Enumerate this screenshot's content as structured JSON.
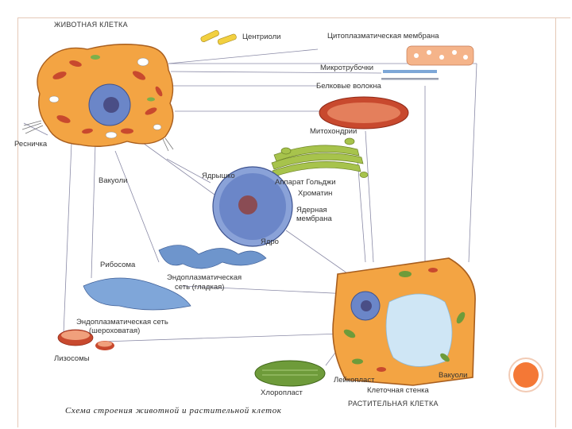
{
  "colors": {
    "accent_orange": "#f47836",
    "frame": "#e5c9b7",
    "cell_fill": "#f3a443",
    "cell_outline": "#a85e1e",
    "nucleus_blue": "#6b86c8",
    "er_blue": "#6e95cc",
    "golgi_green": "#a7c34c",
    "mito_red": "#c8492e",
    "chloroplast_green": "#6e9b3a",
    "vacuole_blue": "#cfe6f5"
  },
  "labels": {
    "animal_cell_title": "ЖИВОТНАЯ КЛЕТКА",
    "centrioles": "Центриоли",
    "cytoplasmic_membrane": "Цитоплазматическая мембрана",
    "microtubules": "Микротрубочки",
    "protein_fibers": "Белковые волокна",
    "cilium": "Ресничка",
    "mitochondria": "Митохондрии",
    "golgi": "Аппарат Гольджи",
    "vacuoles_left": "Вакуоли",
    "nucleolus": "Ядрышко",
    "chromatin": "Хроматин",
    "nuclear_membrane_1": "Ядерная",
    "nuclear_membrane_2": "мембрана",
    "nucleus": "Ядро",
    "ribosome": "Рибосома",
    "smooth_er_1": "Эндоплазматическая",
    "smooth_er_2": "сеть (гладкая)",
    "rough_er_1": "Эндоплазматическая сеть",
    "rough_er_2": "(шероховатая)",
    "lysosomes": "Лизосомы",
    "vacuole_right": "Вакуоли",
    "leucoplast": "Лейкопласт",
    "cell_wall": "Клеточная стенка",
    "chloroplast": "Хлоропласт",
    "plant_cell_title": "РАСТИТЕЛЬНАЯ КЛЕТКА",
    "caption": "Схема строения животной и растительной клеток"
  }
}
